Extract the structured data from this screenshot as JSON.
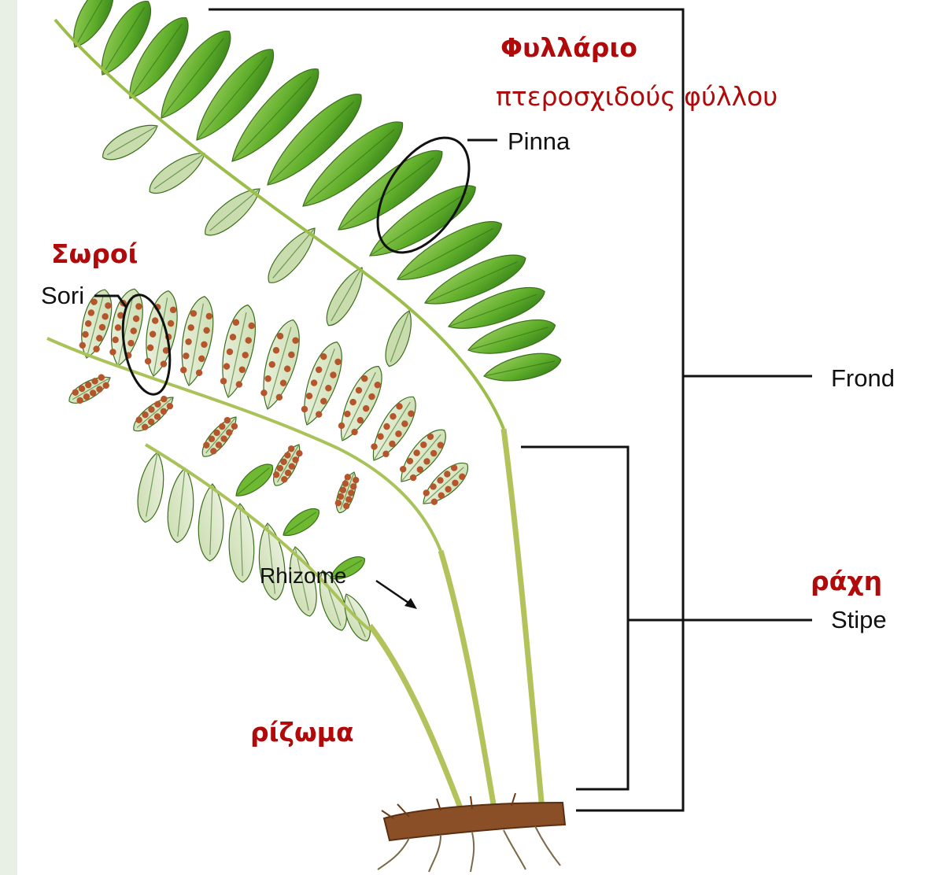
{
  "labels": {
    "pinna": "Pinna",
    "frond": "Frond",
    "stipe": "Stipe",
    "sori": "Sori",
    "rhizome": "Rhizome",
    "pinna_gr": "Φυλλάριο",
    "pinna_gr_sub": "πτεροσχιδούς φύλλου",
    "sori_gr": "Σωροί",
    "stipe_gr": "ράχη",
    "rhizome_gr": "ρίζωμα"
  },
  "colors": {
    "side_strip": "#e8efe4",
    "accent_red": "#b00a0a",
    "line": "#111111",
    "leaf_dark": "#3f8a1c",
    "leaf_mid": "#69b32c",
    "leaf_light": "#a8d46a",
    "leaf_pale": "#e3ecd4",
    "sorus": "#b4552c",
    "stipe": "#b3c25a",
    "rhizome": "#8a4f26"
  }
}
